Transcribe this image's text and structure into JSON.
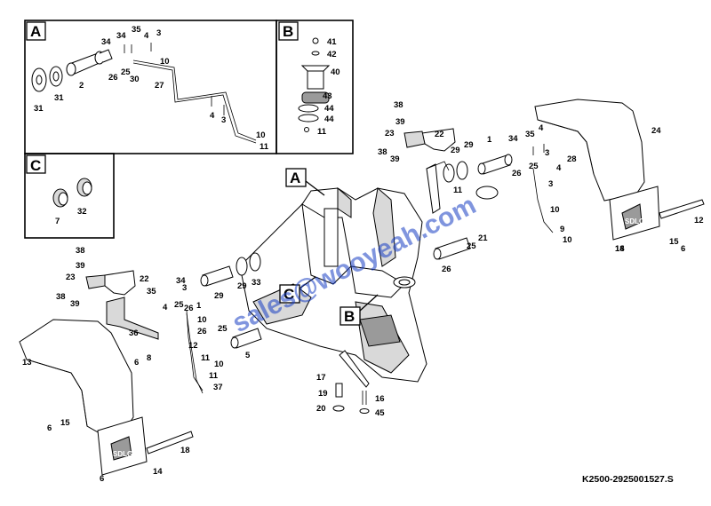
{
  "drawing_code": "K2500-2925001527.S",
  "watermark": "sales@wooyeah.com",
  "logo_text": "SDLG",
  "detail_boxes": {
    "a": "A",
    "b": "B",
    "c": "C"
  },
  "callouts": {
    "a": "A",
    "b": "B",
    "c": "C"
  },
  "box_a_labels": [
    "31",
    "31",
    "2",
    "34",
    "35",
    "4",
    "3",
    "34",
    "25",
    "26",
    "30",
    "10",
    "27",
    "4",
    "3",
    "10",
    "11"
  ],
  "box_b_labels": [
    "41",
    "42",
    "40",
    "43",
    "44",
    "44",
    "11"
  ],
  "box_c_labels": [
    "7",
    "32"
  ],
  "right_labels": [
    "38",
    "39",
    "23",
    "38",
    "39",
    "22",
    "29",
    "29",
    "1",
    "34",
    "35",
    "4",
    "3",
    "28",
    "25",
    "26",
    "4",
    "3",
    "10",
    "9",
    "10",
    "11",
    "24",
    "21",
    "25",
    "26",
    "12",
    "15",
    "6",
    "14",
    "18"
  ],
  "left_labels": [
    "38",
    "39",
    "22",
    "23",
    "38",
    "39",
    "36",
    "35",
    "34",
    "3",
    "4",
    "25",
    "26",
    "1",
    "29",
    "29",
    "33",
    "10",
    "26",
    "25",
    "12",
    "5",
    "6",
    "8",
    "11",
    "10",
    "11",
    "37",
    "13",
    "6",
    "15",
    "18",
    "6",
    "14"
  ],
  "center_labels": [
    "17",
    "19",
    "20",
    "16",
    "45"
  ],
  "colors": {
    "line": "#000000",
    "watermark": "#1a3fc4",
    "shade": "#d9d9d9"
  }
}
